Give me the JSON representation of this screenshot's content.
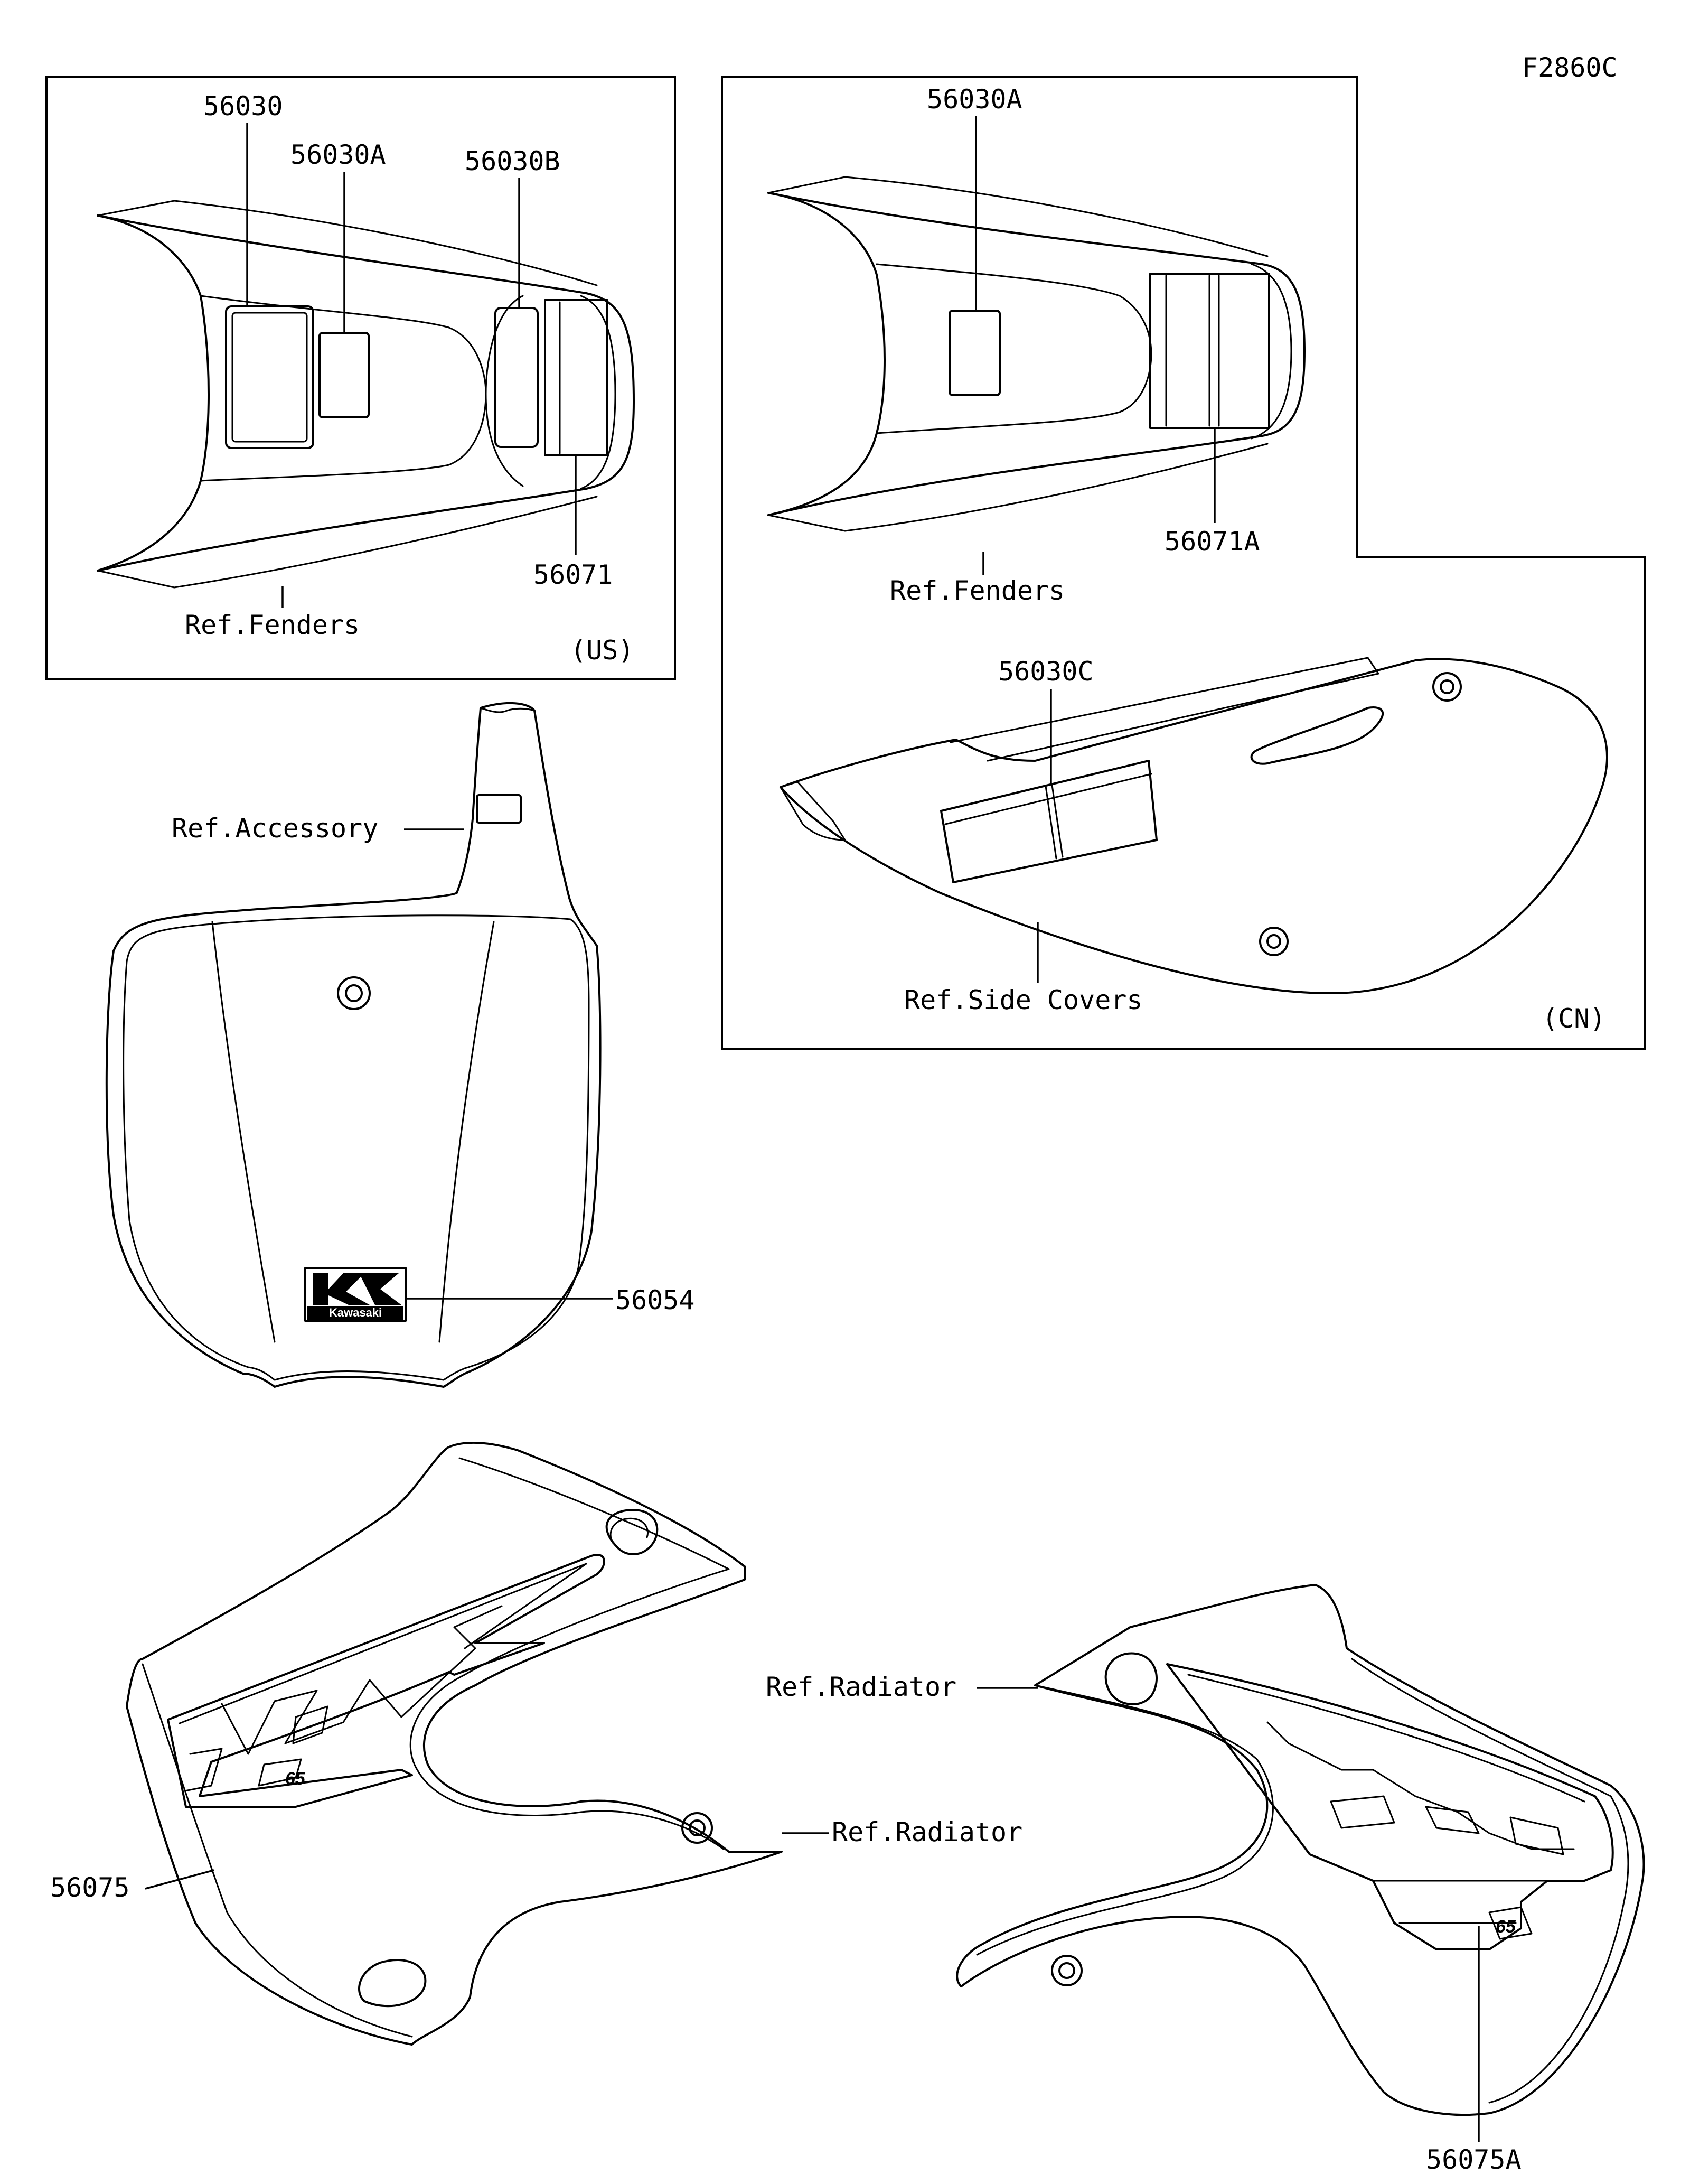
{
  "diagram_id": "F2860C",
  "region_labels": {
    "us": "(US)",
    "cn": "(CN)"
  },
  "parts": {
    "p56030": "56030",
    "p56030a_us": "56030A",
    "p56030b": "56030B",
    "p56071": "56071",
    "p56030a_cn": "56030A",
    "p56071a": "56071A",
    "p56030c": "56030C",
    "p56054": "56054",
    "p56075": "56075",
    "p56075a": "56075A"
  },
  "references": {
    "fenders_us": "Ref.Fenders",
    "fenders_cn": "Ref.Fenders",
    "side_covers": "Ref.Side Covers",
    "accessory": "Ref.Accessory",
    "radiator_left_a": "Ref.Radiator",
    "radiator_left_b": "Ref.Radiator"
  },
  "logo_text": "Kawasaki",
  "decal_text": {
    "model_word": "KX",
    "model_number": "65"
  }
}
